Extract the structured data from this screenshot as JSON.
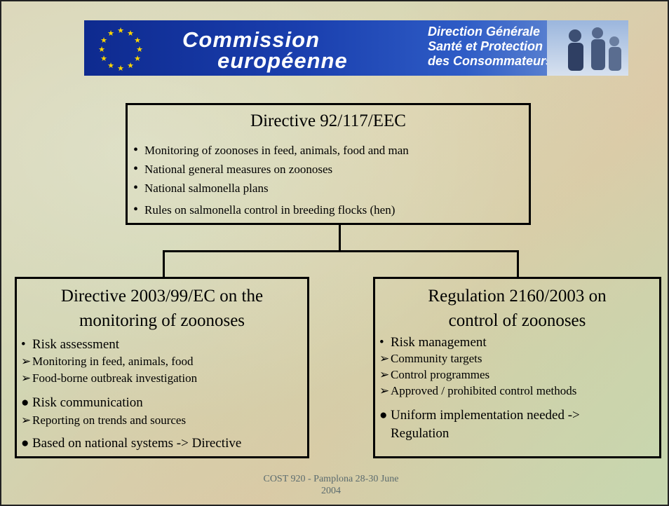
{
  "banner": {
    "title_line1": "Commission",
    "title_line2": "européenne",
    "dg_line1": "Direction Générale",
    "dg_line2": "Santé et Protection",
    "dg_line3": "des Consommateurs",
    "icons": [
      "eu-stars-icon",
      "banner-photo"
    ]
  },
  "top_box": {
    "title": "Directive 92/117/EEC",
    "items": [
      "Monitoring of zoonoses in feed, animals, food and man",
      "National general measures on zoonoses",
      "National salmonella plans",
      "Rules on salmonella control in breeding flocks (hen)"
    ]
  },
  "left_box": {
    "title_line1": "Directive 2003/99/EC on the",
    "title_line2": "monitoring of zoonoses",
    "items": [
      {
        "symbol": "•",
        "text": "Risk assessment"
      },
      {
        "symbol": "➢",
        "text": "Monitoring in feed, animals, food"
      },
      {
        "symbol": "➢",
        "text": "Food-borne outbreak investigation"
      },
      {
        "symbol": "●",
        "text": "Risk communication"
      },
      {
        "symbol": "➢",
        "text": "Reporting on trends and sources"
      },
      {
        "symbol": "●",
        "text": "Based on national systems -> Directive"
      }
    ]
  },
  "right_box": {
    "title_line1": "Regulation 2160/2003 on",
    "title_line2": "control of zoonoses",
    "items": [
      {
        "symbol": "•",
        "text": "Risk management"
      },
      {
        "symbol": "➢",
        "text": "Community targets"
      },
      {
        "symbol": "➢",
        "text": "Control programmes"
      },
      {
        "symbol": "➢",
        "text": "Approved / prohibited control methods"
      },
      {
        "symbol": "●",
        "text": "Uniform implementation needed ->"
      },
      {
        "symbol": "",
        "text": "Regulation"
      }
    ]
  },
  "footer": {
    "line1": "COST 920 - Pamplona 28-30 June",
    "line2": "2004"
  },
  "colors": {
    "banner_blue": "#1a3fae",
    "footer_text": "#5b6b6e"
  }
}
